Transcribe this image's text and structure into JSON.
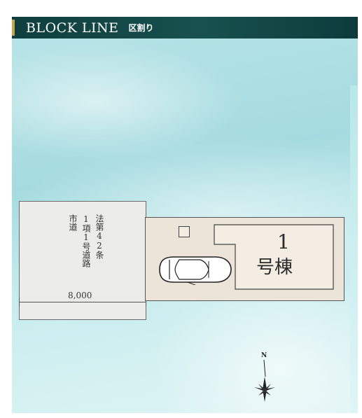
{
  "header": {
    "title": "BLOCK LINE",
    "subtitle": "区割り",
    "accent_color": "#c9a24a",
    "bar_color": "#17514f"
  },
  "road": {
    "label_col_1": "法第42条",
    "label_col_2": "1項1号道路",
    "label_col_3": "市道",
    "width_dimension": "8,000"
  },
  "lot": {
    "building_number": "1",
    "building_label": "号棟",
    "lot_color": "#ece4d8"
  },
  "compass": {
    "north_label": "N"
  },
  "icons": [
    "car-icon",
    "compass-rose-icon"
  ]
}
